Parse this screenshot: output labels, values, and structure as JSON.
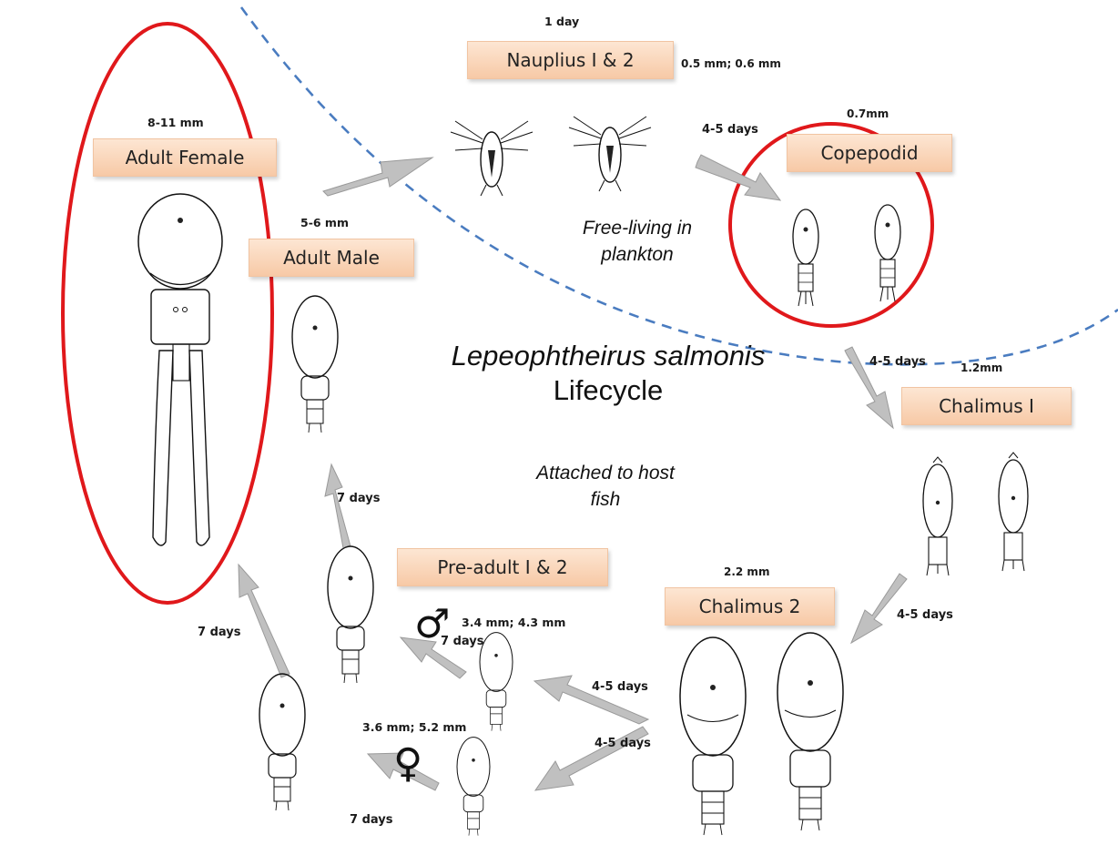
{
  "title": {
    "line1": "Lepeophtheirus salmonis",
    "line2": "Lifecycle"
  },
  "zones": {
    "free_living": "Free-living  in plankton",
    "attached": "Attached to host fish"
  },
  "stages": {
    "nauplius": {
      "name": "Nauplius I & 2",
      "duration": "1 day",
      "size": "0.5 mm; 0.6 mm"
    },
    "copepodid": {
      "name": "Copepodid",
      "size": "0.7mm"
    },
    "chalimus1": {
      "name": "Chalimus I",
      "size": "1.2mm"
    },
    "chalimus2": {
      "name": "Chalimus 2",
      "size": "2.2 mm"
    },
    "preadult": {
      "name": "Pre-adult I & 2",
      "male_size": "3.4 mm; 4.3 mm",
      "female_size": "3.6 mm; 5.2 mm"
    },
    "adult_male": {
      "name": "Adult Male",
      "size": "5-6 mm"
    },
    "adult_female": {
      "name": "Adult Female",
      "size": "8-11 mm"
    }
  },
  "durations": {
    "nauplius_to_copepodid": "4-5 days",
    "copepodid_to_chalimus1": "4-5 days",
    "chalimus1_to_chalimus2": "4-5 days",
    "chalimus2_to_male": "4-5 days",
    "chalimus2_to_female": "4-5 days",
    "male_preadult_step": "7 days",
    "preadult_to_adult_male": "7 days",
    "female_preadult_step": "7 days",
    "preadult_to_adult_female": "7 days"
  },
  "symbols": {
    "male": "♂",
    "female": "♀"
  },
  "colors": {
    "highlight_ring": "#e0181b",
    "divider": "#4a7cc0",
    "arrow": "#bdbdbd",
    "box_fill": "#f9d3b5"
  }
}
